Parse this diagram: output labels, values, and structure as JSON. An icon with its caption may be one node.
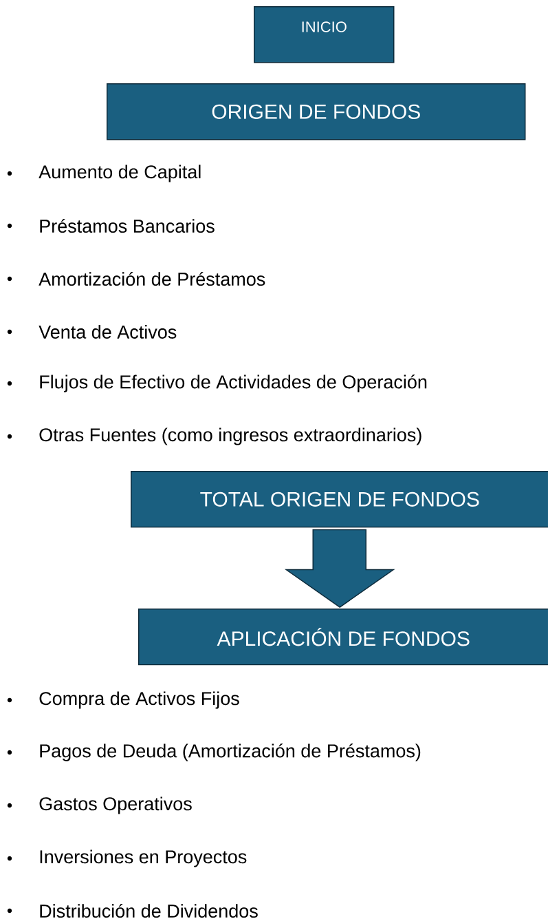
{
  "diagram": {
    "nodes": [
      {
        "text": [
          "INICIO"
        ]
      },
      {
        "text": [
          "ORIGEN DE FONDOS"
        ]
      },
      {
        "text": [
          "TOTAL ORIGEN DE FONDOS"
        ]
      },
      {
        "text": [
          "APLICACIÓN DE FONDOS"
        ]
      }
    ],
    "edges": [
      {
        "from": 2,
        "to": 3,
        "arrow": "to"
      }
    ],
    "labels": [
      "Aumento de Capital",
      "Préstamos Bancarios",
      "Amortización de Préstamos",
      "Venta de Activos",
      "Flujos de Efectivo de Actividades de Operación",
      "Otras Fuentes (como ingresos extraordinarios)",
      "Compra de Activos Fijos",
      "Pagos de Deuda (Amortización de Préstamos)",
      "Gastos Operativos",
      "Inversiones en Proyectos",
      "Distribución de Dividendos"
    ]
  }
}
